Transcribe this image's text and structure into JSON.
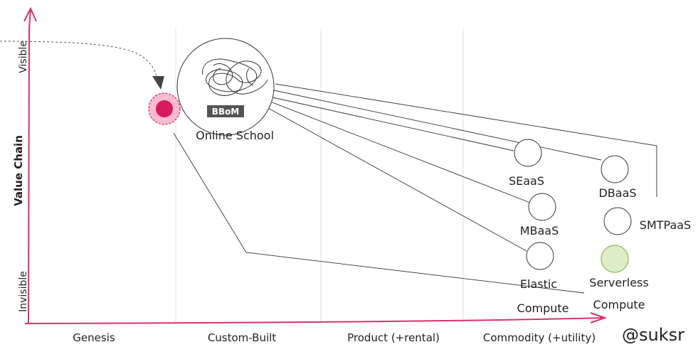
{
  "axes": {
    "y_title": "Value Chain",
    "y_top": "Visible",
    "y_bottom": "Invisible",
    "x_stages": [
      "Genesis",
      "Custom-Built",
      "Product (+rental)",
      "Commodity (+utility)"
    ]
  },
  "components": {
    "online_school": "Online School",
    "bbom_badge": "BBoM",
    "seaas": "SEaaS",
    "dbaas": "DBaaS",
    "mbaas": "MBaaS",
    "smtpaas": "SMTPaaS",
    "elastic_line1": "Elastic",
    "elastic_line2": "Compute",
    "serverless_line1": "Serverless",
    "serverless_line2": "Compute"
  },
  "handle": "@suksr",
  "colors": {
    "axis": "#d6336c",
    "user_fill": "#d81b60",
    "user_halo": "#f8bbd0",
    "serverless_fill": "#dcedc8",
    "serverless_stroke": "#8bc34a",
    "badge_bg": "#555555",
    "link": "#333333",
    "grid": "#e0e0e0"
  }
}
